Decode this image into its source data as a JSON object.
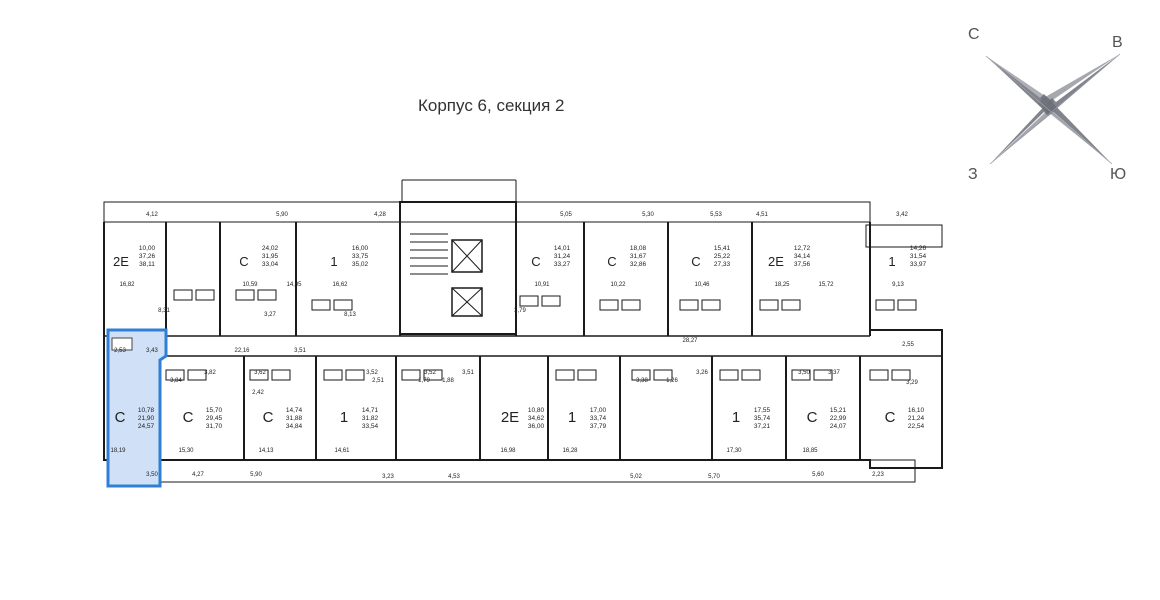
{
  "title": "Корпус 6, секция 2",
  "compass": {
    "n": "С",
    "e": "В",
    "s": "Ю",
    "w": "З"
  },
  "colors": {
    "wall": "#1a1a1a",
    "highlight_fill": "#cfe0f7",
    "highlight_stroke": "#2f7fd6",
    "compass": "#6b6e78"
  },
  "top_apartments": [
    {
      "type": "2Е",
      "areas": [
        "10,00",
        "37,26",
        "38,11"
      ],
      "rooms": [
        "16,82"
      ]
    },
    {
      "type": "С",
      "areas": [
        "24,02",
        "31,95",
        "33,04"
      ],
      "rooms": [
        "10,59",
        "14,05"
      ]
    },
    {
      "type": "1",
      "areas": [
        "16,00",
        "33,75",
        "35,02"
      ],
      "rooms": [
        "16,62"
      ]
    },
    {
      "type": "С",
      "areas": [
        "14,01",
        "31,24",
        "33,27"
      ],
      "rooms": [
        "10,91"
      ]
    },
    {
      "type": "С",
      "areas": [
        "18,08",
        "31,67",
        "32,86"
      ],
      "rooms": [
        "10,22"
      ]
    },
    {
      "type": "С",
      "areas": [
        "15,41",
        "25,22",
        "27,33"
      ],
      "rooms": [
        "10,46"
      ]
    },
    {
      "type": "2Е",
      "areas": [
        "12,72",
        "34,14",
        "37,56"
      ],
      "rooms": [
        "18,25",
        "15,72"
      ]
    },
    {
      "type": "1",
      "areas": [
        "14,26",
        "31,54",
        "33,97"
      ],
      "rooms": [
        "9,13"
      ]
    }
  ],
  "bottom_apartments": [
    {
      "type": "С",
      "areas": [
        "10,78",
        "21,90",
        "24,57"
      ],
      "rooms": [
        "18,19"
      ]
    },
    {
      "type": "С",
      "areas": [
        "15,70",
        "29,45",
        "31,70"
      ],
      "rooms": [
        "15,30"
      ]
    },
    {
      "type": "С",
      "areas": [
        "14,74",
        "31,88",
        "34,84"
      ],
      "rooms": [
        "14,13"
      ]
    },
    {
      "type": "1",
      "areas": [
        "14,71",
        "31,82",
        "33,54"
      ],
      "rooms": [
        "14,61"
      ]
    },
    {
      "type": "2Е",
      "areas": [
        "10,80",
        "34,62",
        "36,00"
      ],
      "rooms": [
        "16,98"
      ]
    },
    {
      "type": "1",
      "areas": [
        "17,00",
        "33,74",
        "37,79"
      ],
      "rooms": [
        "16,28"
      ]
    },
    {
      "type": "1",
      "areas": [
        "17,55",
        "35,74",
        "37,21"
      ],
      "rooms": [
        "17,30"
      ]
    },
    {
      "type": "С",
      "areas": [
        "15,21",
        "22,99",
        "24,07"
      ],
      "rooms": [
        "18,85"
      ]
    },
    {
      "type": "С",
      "areas": [
        "16,10",
        "21,24",
        "22,54"
      ],
      "rooms": []
    }
  ],
  "balcony_labels_top": [
    "4,12",
    "5,90",
    "4,28",
    "5,05",
    "5,30",
    "5,53",
    "4,51",
    "3,42"
  ],
  "balcony_labels_bottom": [
    "4,27",
    "5,90",
    "3,23",
    "4,53",
    "5,02",
    "5,70",
    "5,60",
    "2,23",
    "3,50"
  ],
  "misc_labels": [
    "2,53",
    "3,43",
    "22,16",
    "3,82",
    "3,62",
    "3,84",
    "2,42",
    "3,51",
    "3,52",
    "3,51",
    "28,27",
    "3,52",
    "2,51",
    "1,79",
    "1,88",
    "3,38",
    "1,26",
    "3,26",
    "3,50",
    "3,37",
    "2,55",
    "3,29",
    "8,31",
    "3,27",
    "8,13",
    "3,79"
  ]
}
